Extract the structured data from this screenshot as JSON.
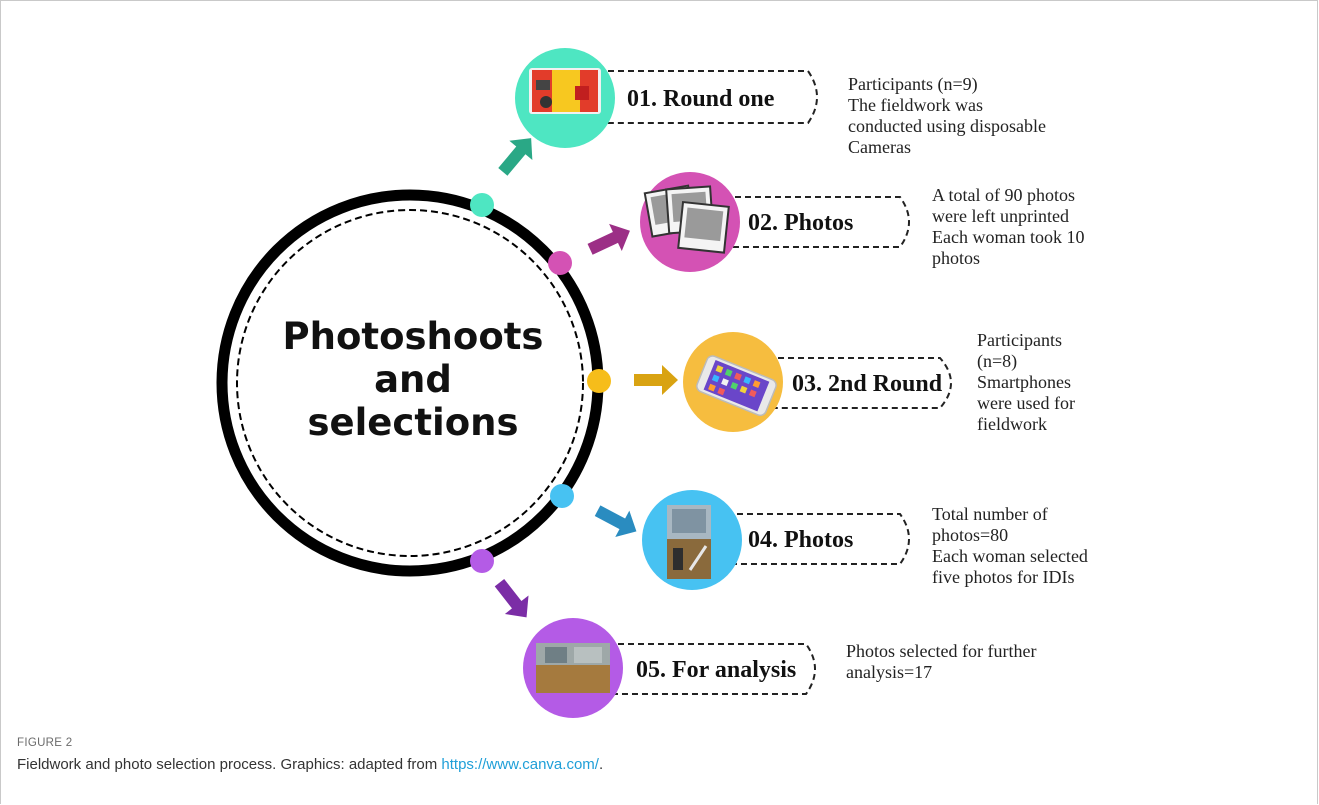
{
  "diagram": {
    "center_title_lines": [
      "Photoshoots",
      "and",
      "selections"
    ],
    "steps": [
      {
        "label": "01. Round one",
        "color": "#4ee6c2",
        "dot_color": "#4ee6c2",
        "arrow_color": "#2aa886",
        "image": "disposable-camera",
        "description": "Participants (n=9)\nThe fieldwork was\nconducted using disposable\nCameras"
      },
      {
        "label": "02. Photos",
        "color": "#d452b4",
        "dot_color": "#d452b4",
        "arrow_color": "#9c2f86",
        "image": "polaroid-photos",
        "description": "A total of 90 photos\nwere left unprinted\nEach woman took 10\nphotos"
      },
      {
        "label": "03. 2nd Round",
        "color": "#f6bd3f",
        "dot_color": "#f6bd1a",
        "arrow_color": "#d9a312",
        "image": "smartphone",
        "description": "Participants\n(n=8)\nSmartphones\nwere used for\nfieldwork"
      },
      {
        "label": "04. Photos",
        "color": "#47c2f2",
        "dot_color": "#47c2f2",
        "arrow_color": "#2a8cc0",
        "image": "photo-print",
        "description": "Total number of\nphotos=80\nEach woman selected\nfive photos for IDIs"
      },
      {
        "label": "05. For analysis",
        "color": "#b45be6",
        "dot_color": "#b45be6",
        "arrow_color": "#7b2da6",
        "image": "analysis-photo",
        "description": "Photos selected for further\nanalysis=17"
      }
    ]
  },
  "caption": {
    "figure_label": "FIGURE 2",
    "text_before_link": "Fieldwork and photo selection process. Graphics: adapted from ",
    "link_text": "https://www.canva.com/",
    "text_after_link": "."
  }
}
